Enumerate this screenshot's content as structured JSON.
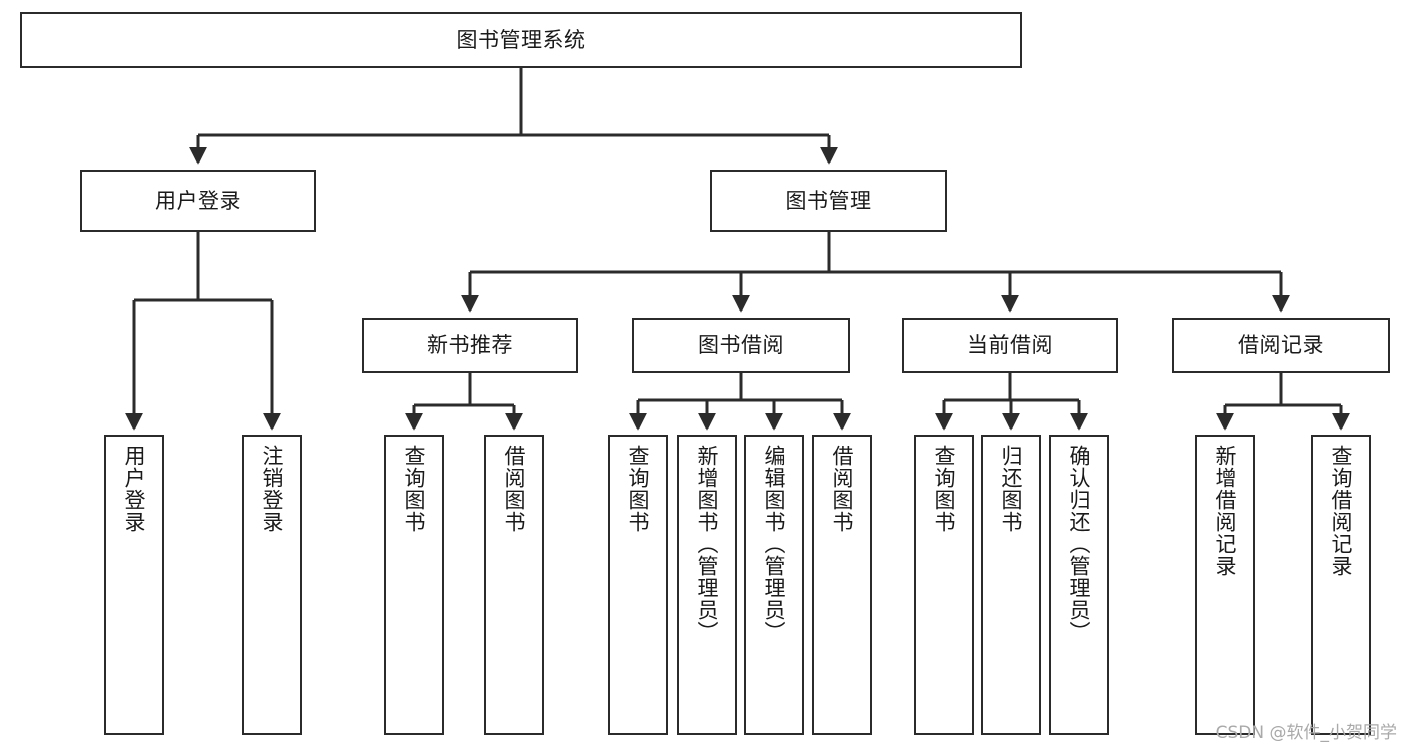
{
  "diagram": {
    "type": "tree",
    "title": "图书管理系统",
    "root": {
      "label": "图书管理系统"
    },
    "level1": [
      {
        "label": "用户登录"
      },
      {
        "label": "图书管理"
      }
    ],
    "level2": [
      {
        "label": "新书推荐"
      },
      {
        "label": "图书借阅"
      },
      {
        "label": "当前借阅"
      },
      {
        "label": "借阅记录"
      }
    ],
    "leaves": {
      "user_login": [
        {
          "label": "用户登录"
        },
        {
          "label": "注销登录"
        }
      ],
      "new_book_recommend": [
        {
          "label": "查询图书"
        },
        {
          "label": "借阅图书"
        }
      ],
      "book_borrow": [
        {
          "label": "查询图书"
        },
        {
          "label": "新增图书（管理员）"
        },
        {
          "label": "编辑图书（管理员）"
        },
        {
          "label": "借阅图书"
        }
      ],
      "current_borrow": [
        {
          "label": "查询图书"
        },
        {
          "label": "归还图书"
        },
        {
          "label": "确认归还（管理员）"
        }
      ],
      "borrow_record": [
        {
          "label": "新增借阅记录"
        },
        {
          "label": "查询借阅记录"
        }
      ]
    }
  },
  "watermark": {
    "text": "CSDN @软件_小贺同学"
  },
  "colors": {
    "stroke": "#2b2b2b",
    "fill": "#ffffff",
    "text": "#1a1a1a",
    "watermark": "#a9a9a9"
  }
}
